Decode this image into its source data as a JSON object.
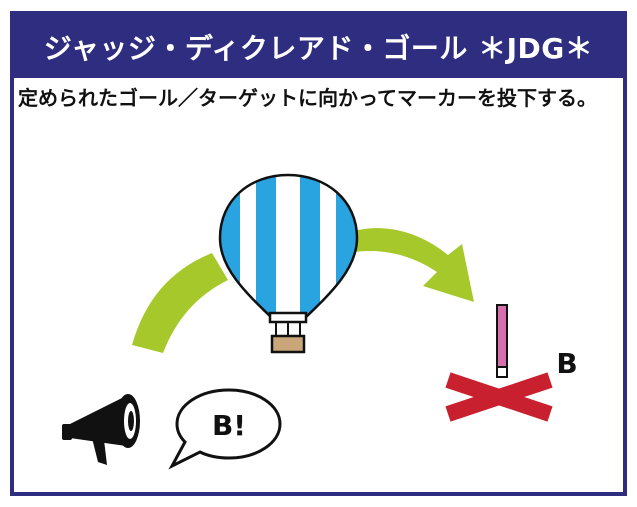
{
  "title": "ジャッジ・ディクレアド・ゴール ＊JDG＊",
  "description": "定められたゴール／ターゲットに向かってマーカーを投下する。",
  "balloon_label": "B!",
  "target_label": "B",
  "icons": [
    "megaphone-icon",
    "hot-air-balloon-icon",
    "speech-bubble-icon",
    "marker-pole-icon",
    "target-cross-icon"
  ],
  "colors": {
    "header": "#2e2d7f",
    "arrow": "#a6c82b",
    "balloon_blue": "#2aa4e0",
    "target_cross": "#c8202e",
    "marker_pink": "#d66fae",
    "basket": "#c8a679"
  }
}
